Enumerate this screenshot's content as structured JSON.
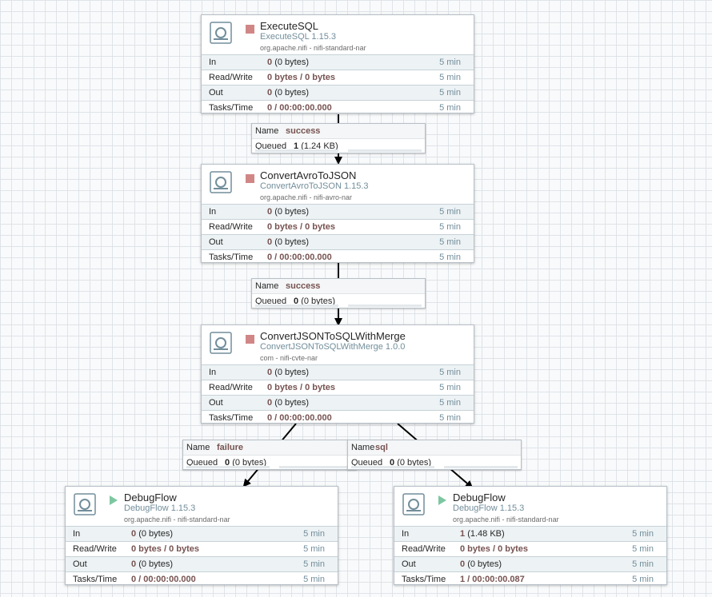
{
  "processors": [
    {
      "name": "ExecuteSQL",
      "type": "ExecuteSQL 1.15.3",
      "bundle": "org.apache.nifi - nifi-standard-nar",
      "status": "stopped",
      "stats": {
        "in": {
          "label": "In",
          "count": "0",
          "bytes": "(0 bytes)",
          "window": "5 min"
        },
        "read_write": {
          "label": "Read/Write",
          "value": "0 bytes / 0 bytes",
          "window": "5 min"
        },
        "out": {
          "label": "Out",
          "count": "0",
          "bytes": "(0 bytes)",
          "window": "5 min"
        },
        "tasks": {
          "label": "Tasks/Time",
          "value": "0 / 00:00:00.000",
          "window": "5 min"
        }
      }
    },
    {
      "name": "ConvertAvroToJSON",
      "type": "ConvertAvroToJSON 1.15.3",
      "bundle": "org.apache.nifi - nifi-avro-nar",
      "status": "stopped",
      "stats": {
        "in": {
          "label": "In",
          "count": "0",
          "bytes": "(0 bytes)",
          "window": "5 min"
        },
        "read_write": {
          "label": "Read/Write",
          "value": "0 bytes / 0 bytes",
          "window": "5 min"
        },
        "out": {
          "label": "Out",
          "count": "0",
          "bytes": "(0 bytes)",
          "window": "5 min"
        },
        "tasks": {
          "label": "Tasks/Time",
          "value": "0 / 00:00:00.000",
          "window": "5 min"
        }
      }
    },
    {
      "name": "ConvertJSONToSQLWithMerge",
      "type": "ConvertJSONToSQLWithMerge 1.0.0",
      "bundle": "com - nifi-cvte-nar",
      "status": "stopped",
      "stats": {
        "in": {
          "label": "In",
          "count": "0",
          "bytes": "(0 bytes)",
          "window": "5 min"
        },
        "read_write": {
          "label": "Read/Write",
          "value": "0 bytes / 0 bytes",
          "window": "5 min"
        },
        "out": {
          "label": "Out",
          "count": "0",
          "bytes": "(0 bytes)",
          "window": "5 min"
        },
        "tasks": {
          "label": "Tasks/Time",
          "value": "0 / 00:00:00.000",
          "window": "5 min"
        }
      }
    },
    {
      "name": "DebugFlow",
      "type": "DebugFlow 1.15.3",
      "bundle": "org.apache.nifi - nifi-standard-nar",
      "status": "running",
      "stats": {
        "in": {
          "label": "In",
          "count": "0",
          "bytes": "(0 bytes)",
          "window": "5 min"
        },
        "read_write": {
          "label": "Read/Write",
          "value": "0 bytes / 0 bytes",
          "window": "5 min"
        },
        "out": {
          "label": "Out",
          "count": "0",
          "bytes": "(0 bytes)",
          "window": "5 min"
        },
        "tasks": {
          "label": "Tasks/Time",
          "value": "0 / 00:00:00.000",
          "window": "5 min"
        }
      }
    },
    {
      "name": "DebugFlow",
      "type": "DebugFlow 1.15.3",
      "bundle": "org.apache.nifi - nifi-standard-nar",
      "status": "running",
      "stats": {
        "in": {
          "label": "In",
          "count": "1",
          "bytes": "(1.48 KB)",
          "window": "5 min"
        },
        "read_write": {
          "label": "Read/Write",
          "value": "0 bytes / 0 bytes",
          "window": "5 min"
        },
        "out": {
          "label": "Out",
          "count": "0",
          "bytes": "(0 bytes)",
          "window": "5 min"
        },
        "tasks": {
          "label": "Tasks/Time",
          "value": "1 / 00:00:00.087",
          "window": "5 min"
        }
      }
    }
  ],
  "connections": [
    {
      "name_label": "Name",
      "name": "success",
      "queued_label": "Queued",
      "queued_count": "1",
      "queued_size": "(1.24 KB)"
    },
    {
      "name_label": "Name",
      "name": "success",
      "queued_label": "Queued",
      "queued_count": "0",
      "queued_size": "(0 bytes)"
    },
    {
      "name_label": "Name",
      "name": "failure",
      "queued_label": "Queued",
      "queued_count": "0",
      "queued_size": "(0 bytes)"
    },
    {
      "name_label": "Name",
      "name": "sql",
      "queued_label": "Queued",
      "queued_count": "0",
      "queued_size": "(0 bytes)"
    }
  ],
  "icons": {
    "processor_logo": "processor-icon",
    "stopped": "stop-icon",
    "running": "play-icon"
  },
  "colors": {
    "stopped": "#d18686",
    "running": "#7dc7a0",
    "type_text": "#728e9b",
    "value_text": "#775351"
  }
}
